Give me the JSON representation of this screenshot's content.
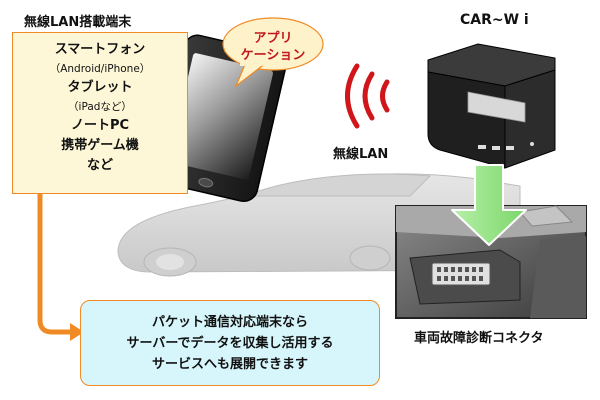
{
  "devices": {
    "heading": "無線LAN搭載端末",
    "items": [
      {
        "label": "スマートフォン",
        "size": "big"
      },
      {
        "label": "（Android/iPhone）",
        "size": "small"
      },
      {
        "label": "タブレット",
        "size": "big"
      },
      {
        "label": "（iPadなど）",
        "size": "small"
      },
      {
        "label": "ノートPC",
        "size": "big"
      },
      {
        "label": "携帯ゲーム機",
        "size": "big"
      },
      {
        "label": "など",
        "size": "big"
      }
    ]
  },
  "app_bubble": {
    "line1": "アプリ",
    "line2": "ケーション"
  },
  "car_wi": {
    "title": "CAR~W i"
  },
  "wireless": {
    "label": "無線LAN"
  },
  "connector": {
    "label": "車両故障診断コネクタ"
  },
  "service": {
    "lines": [
      "パケット通信対応端末なら",
      "サーバーでデータを収集し活用する",
      "サービスへも展開できます"
    ]
  },
  "colors": {
    "box_border": "#f08a24",
    "device_box_bg": "#fdf7d7",
    "service_box_bg": "#d6f6fb",
    "wifi_wave": "#d0151b",
    "green_arrow": "#8ee07a",
    "bubble_fill": "#fdf2c9",
    "bubble_text": "#c0181e"
  }
}
